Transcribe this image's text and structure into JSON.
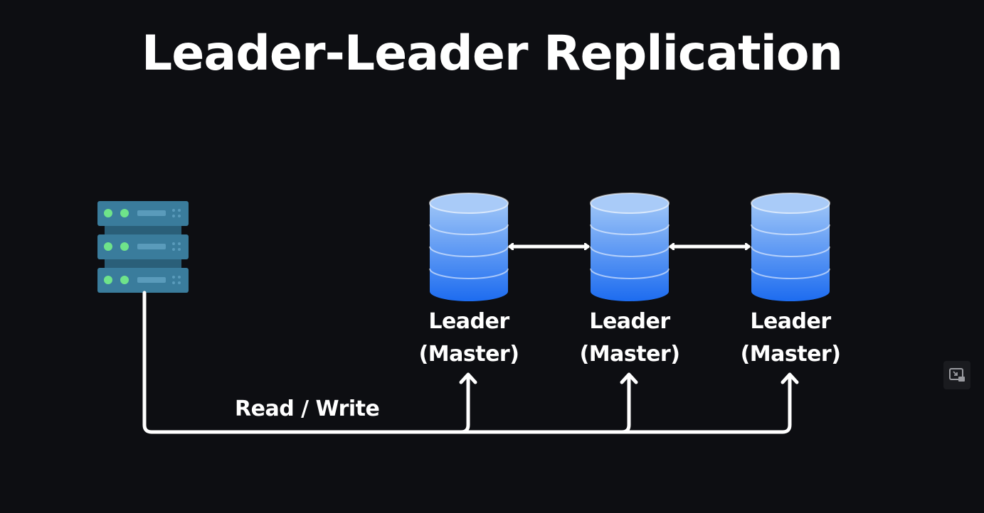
{
  "title": "Leader-Leader Replication",
  "client": {
    "icon": "server-rack-icon"
  },
  "databases": [
    {
      "line1": "Leader",
      "line2": "(Master)"
    },
    {
      "line1": "Leader",
      "line2": "(Master)"
    },
    {
      "line1": "Leader",
      "line2": "(Master)"
    }
  ],
  "connection_label": "Read / Write",
  "colors": {
    "background": "#0d0e12",
    "server": "#3a7c9c",
    "server_light": "#6fe38a",
    "db_top": "#9cc4f7",
    "db_bottom": "#1d6cf0",
    "lines": "#ffffff"
  },
  "controls": {
    "pip_icon": "picture-in-picture-icon"
  }
}
